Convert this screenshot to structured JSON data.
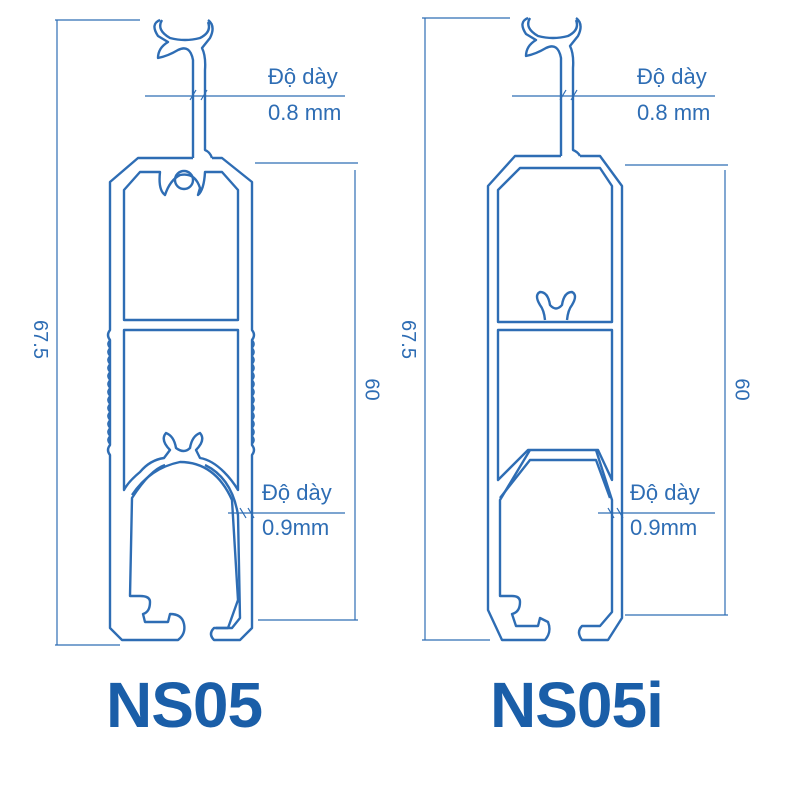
{
  "profiles": [
    {
      "name": "NS05",
      "total_height": "67.5",
      "body_height": "60",
      "thickness_top": {
        "label": "Độ dày",
        "value": "0.8 mm"
      },
      "thickness_bottom": {
        "label": "Độ dày",
        "value": "0.9mm"
      }
    },
    {
      "name": "NS05i",
      "total_height": "67.5",
      "body_height": "60",
      "thickness_top": {
        "label": "Độ dày",
        "value": "0.8 mm"
      },
      "thickness_bottom": {
        "label": "Độ dày",
        "value": "0.9mm"
      }
    }
  ],
  "colors": {
    "line": "#2e6db4",
    "title": "#1a5ea8"
  }
}
